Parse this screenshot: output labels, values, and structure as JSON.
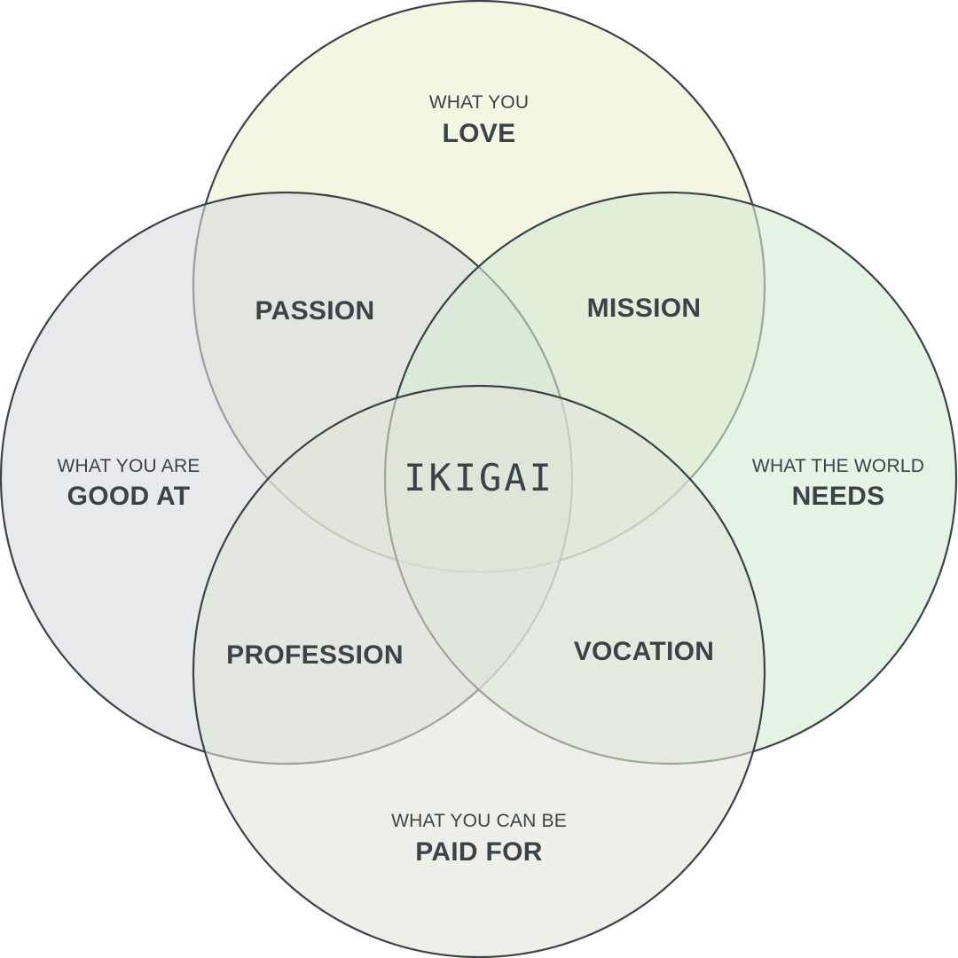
{
  "diagram": {
    "circles": {
      "love": {
        "small": "WHAT YOU",
        "big": "LOVE",
        "fill": "#eef0cf"
      },
      "good": {
        "small": "WHAT YOU ARE",
        "big": "GOOD AT",
        "fill": "#d7dade"
      },
      "world": {
        "small": "WHAT THE WORLD",
        "big": "NEEDS",
        "fill": "#d3ebd3"
      },
      "paid": {
        "small": "WHAT YOU CAN BE",
        "big": "PAID FOR",
        "fill": "#e2e5d9"
      }
    },
    "overlaps": {
      "passion": "PASSION",
      "mission": "MISSION",
      "profession": "PROFESSION",
      "vocation": "VOCATION"
    },
    "center": "IKIGAI",
    "outline_color": "#3b434a"
  }
}
